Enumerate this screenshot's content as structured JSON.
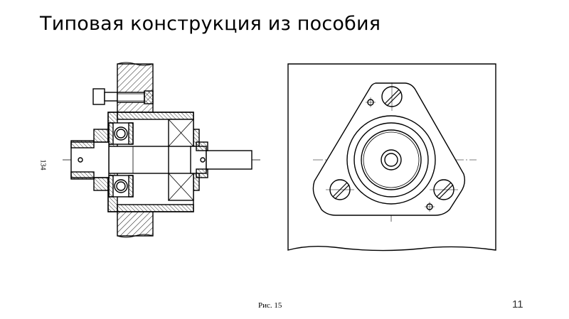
{
  "slide": {
    "title": "Типовая конструкция из пособия",
    "page_number": "11"
  },
  "figure": {
    "caption": "Рис. 15",
    "side_number": "134"
  }
}
